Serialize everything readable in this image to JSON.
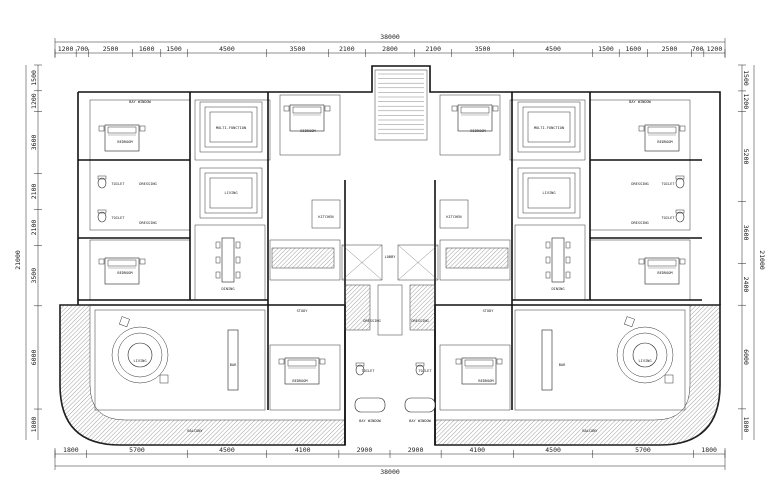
{
  "dimensions": {
    "overall_top": "38000",
    "overall_bottom": "38000",
    "top_row": [
      "1200",
      "700",
      "2500",
      "1600",
      "1500",
      "4500",
      "3500",
      "2100",
      "2800",
      "2100",
      "3500",
      "4500",
      "1500",
      "1600",
      "2500",
      "700",
      "1200"
    ],
    "bottom_row": [
      "1800",
      "5700",
      "4500",
      "4100",
      "2900",
      "2900",
      "4100",
      "4500",
      "5700",
      "1800"
    ],
    "left_col": [
      "1500",
      "1200",
      "3600",
      "2100",
      "2100",
      "3500",
      "6000",
      "1800"
    ],
    "right_col": [
      "1500",
      "1200",
      "5200",
      "3600",
      "2400",
      "6000",
      "1800"
    ],
    "left_total": "21000",
    "right_total": "21000"
  },
  "rooms": {
    "bay_window": "BAY WINDOW",
    "bedroom": "BEDROOM",
    "toilet": "TOILET",
    "dressing": "DRESSING",
    "living": "LIVING",
    "dining": "DINING",
    "kitchen": "KITCHEN",
    "study": "STUDY",
    "bar": "BAR",
    "balcony": "BALCONY",
    "multi_function": "MULTI-FUNCTION",
    "lobby": "LOBBY"
  },
  "colors": {
    "line": "#111111",
    "background": "#ffffff"
  }
}
